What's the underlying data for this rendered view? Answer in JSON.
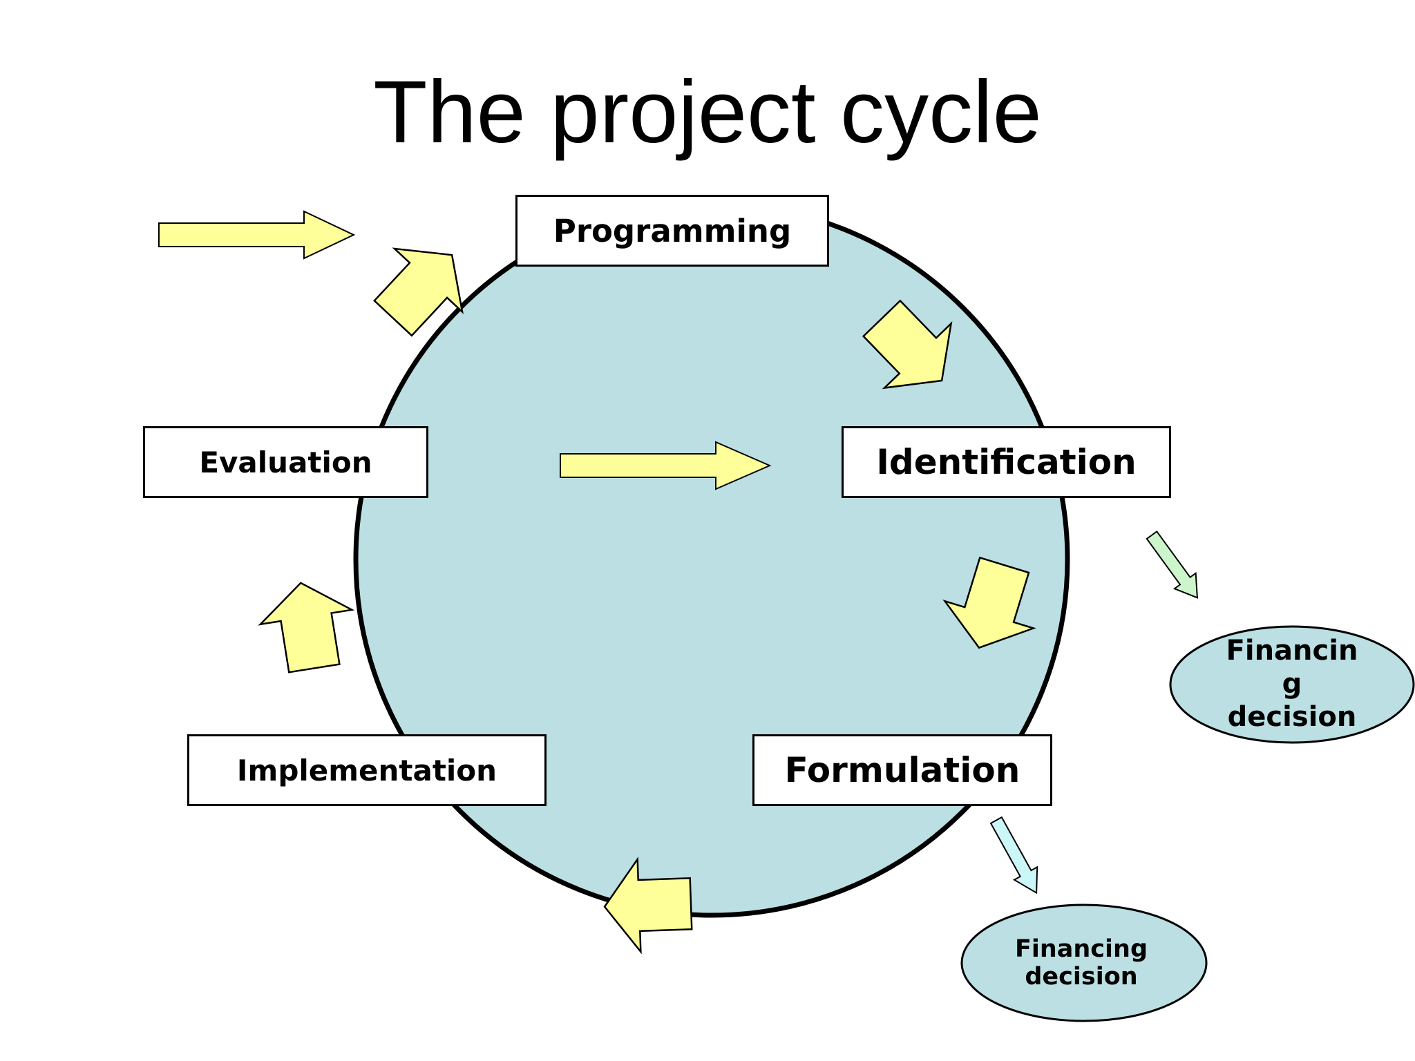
{
  "title": "The project cycle",
  "stages": {
    "programming": "Programming",
    "identification": "Identification",
    "formulation": "Formulation",
    "implementation": "Implementation",
    "evaluation": "Evaluation"
  },
  "decisions": [
    {
      "lines": [
        "Financin",
        "g",
        "decision"
      ],
      "arrow_color": "#ccf5cc"
    },
    {
      "lines": [
        "Financing",
        "decision"
      ],
      "arrow_color": "#ccf7f8"
    }
  ],
  "colors": {
    "cycle_fill": "#bbdfe2",
    "cycle_arrow_fill": "#ffff99",
    "box_fill": "#ffffff",
    "ellipse_fill": "#bbdfe2",
    "outline": "#000000"
  }
}
